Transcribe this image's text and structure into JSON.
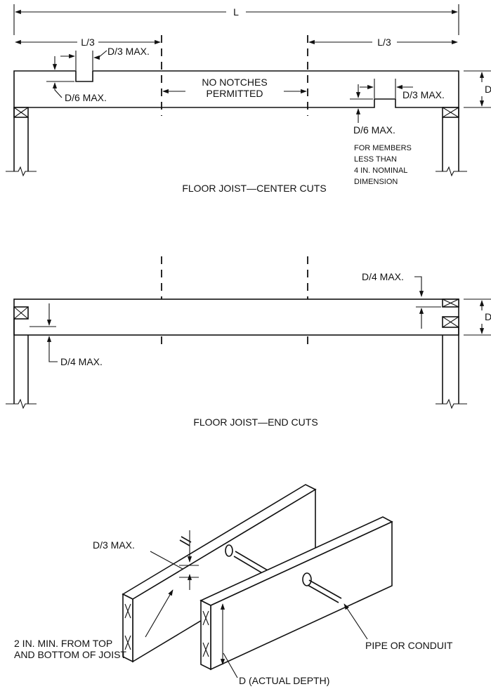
{
  "center_cuts": {
    "span_label": "L",
    "third_left_label": "L/3",
    "third_right_label": "L/3",
    "top_notch_width_label": "D/3 MAX.",
    "top_notch_depth_label": "D/6 MAX.",
    "no_notch_line1": "NO NOTCHES",
    "no_notch_line2": "PERMITTED",
    "bottom_notch_width_label": "D/3 MAX.",
    "depth_label": "D",
    "bottom_notch_depth_label": "D/6 MAX.",
    "note_line1": "FOR MEMBERS",
    "note_line2": "LESS THAN",
    "note_line3": "4 IN. NOMINAL",
    "note_line4": "DIMENSION",
    "caption": "FLOOR JOIST—CENTER CUTS"
  },
  "end_cuts": {
    "top_end_label": "D/4 MAX.",
    "bottom_end_label": "D/4 MAX.",
    "depth_label": "D",
    "caption": "FLOOR JOIST—END CUTS"
  },
  "holes": {
    "max_label": "D/3 MAX.",
    "pipe_label": "PIPE OR CONDUIT",
    "edge_line1": "2 IN. MIN. FROM TOP",
    "edge_line2": "AND BOTTOM OF JOIST",
    "depth_label": "D (ACTUAL DEPTH)"
  }
}
